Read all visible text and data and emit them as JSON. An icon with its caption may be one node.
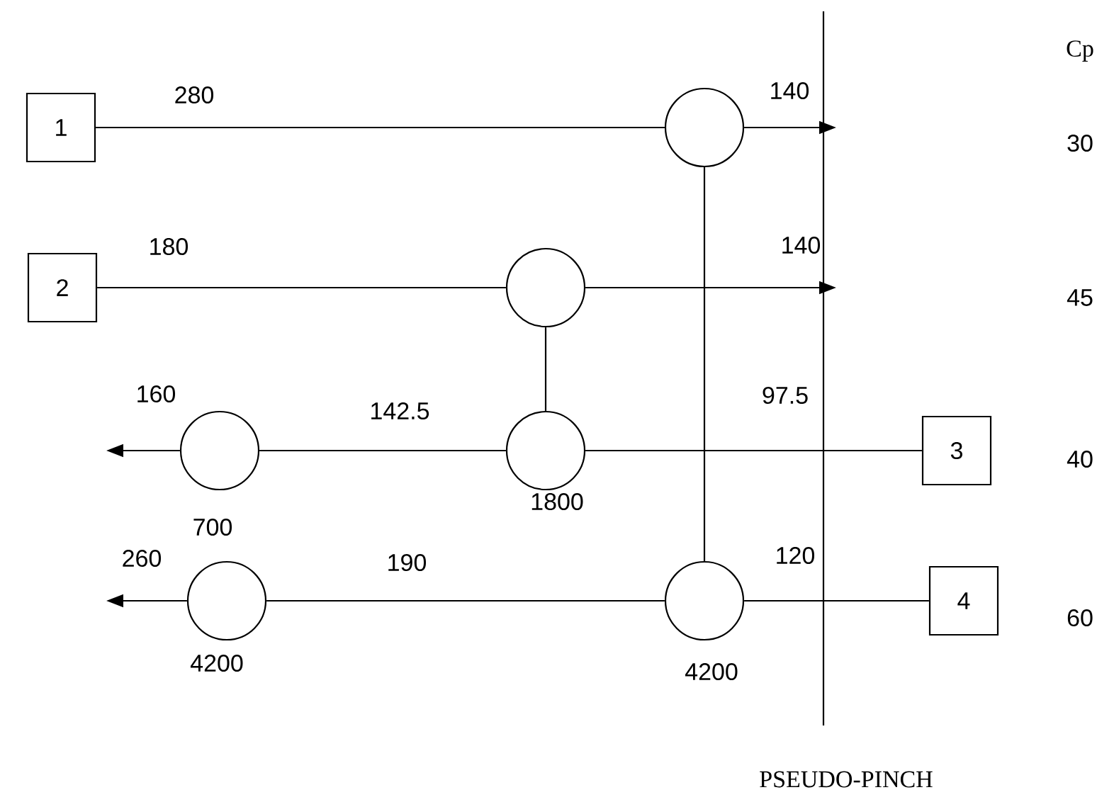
{
  "diagram": {
    "nodes": [
      {
        "text": [
          "1"
        ]
      },
      {
        "text": [
          "2"
        ]
      },
      {
        "text": [
          "3"
        ]
      },
      {
        "text": [
          "4"
        ]
      },
      {
        "text": [],
        "shape": "circle"
      },
      {
        "text": [],
        "shape": "circle"
      },
      {
        "text": [],
        "shape": "circle",
        "beside": [
          "700"
        ]
      },
      {
        "text": [],
        "shape": "circle",
        "beside": [
          "1800"
        ]
      },
      {
        "text": [],
        "shape": "circle",
        "beside": [
          "4200"
        ]
      },
      {
        "text": [],
        "shape": "circle",
        "beside": [
          "4200"
        ]
      }
    ],
    "edges": [
      {
        "from": 0,
        "to": 4,
        "arrow": "none"
      },
      {
        "from": 4,
        "to": null,
        "arrow": "to"
      },
      {
        "from": 1,
        "to": 5,
        "arrow": "none"
      },
      {
        "from": 5,
        "to": null,
        "arrow": "to"
      },
      {
        "from": 2,
        "to": 7,
        "arrow": "none"
      },
      {
        "from": 7,
        "to": 6,
        "arrow": "none"
      },
      {
        "from": 6,
        "to": null,
        "arrow": "to"
      },
      {
        "from": 3,
        "to": 9,
        "arrow": "none"
      },
      {
        "from": 9,
        "to": 8,
        "arrow": "none"
      },
      {
        "from": 8,
        "to": null,
        "arrow": "to"
      },
      {
        "from": 4,
        "to": 9,
        "arrow": "none"
      },
      {
        "from": 5,
        "to": 7,
        "arrow": "none"
      }
    ],
    "labels": [
      "Cp",
      "280",
      "140",
      "30",
      "180",
      "140",
      "45",
      "160",
      "142.5",
      "97.5",
      "40",
      "260",
      "190",
      "120",
      "60",
      "PSEUDO-PINCH"
    ]
  }
}
